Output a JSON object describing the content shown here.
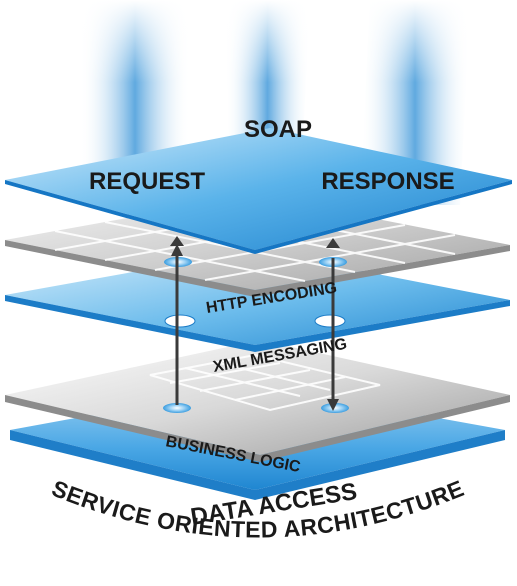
{
  "diagram": {
    "top_label": "SOAP",
    "request_label": "REQUEST",
    "response_label": "RESPONSE",
    "layer_http": "HTTP ENCODING",
    "layer_xml": "XML MESSAGING",
    "layer_business": "BUSINESS LOGIC",
    "layer_data": "DATA ACCESS",
    "arc_title": "SERVICE ORIENTED ARCHITECTURE"
  },
  "colors": {
    "blue_light": "#b8ddf6",
    "blue_mid": "#5cb2ea",
    "blue_dark": "#1a7fcc",
    "gray_light": "#f2f2f2",
    "gray_dark": "#a8a8a8",
    "ink": "#1a1a1a",
    "arrow": "#3a3a3a"
  }
}
